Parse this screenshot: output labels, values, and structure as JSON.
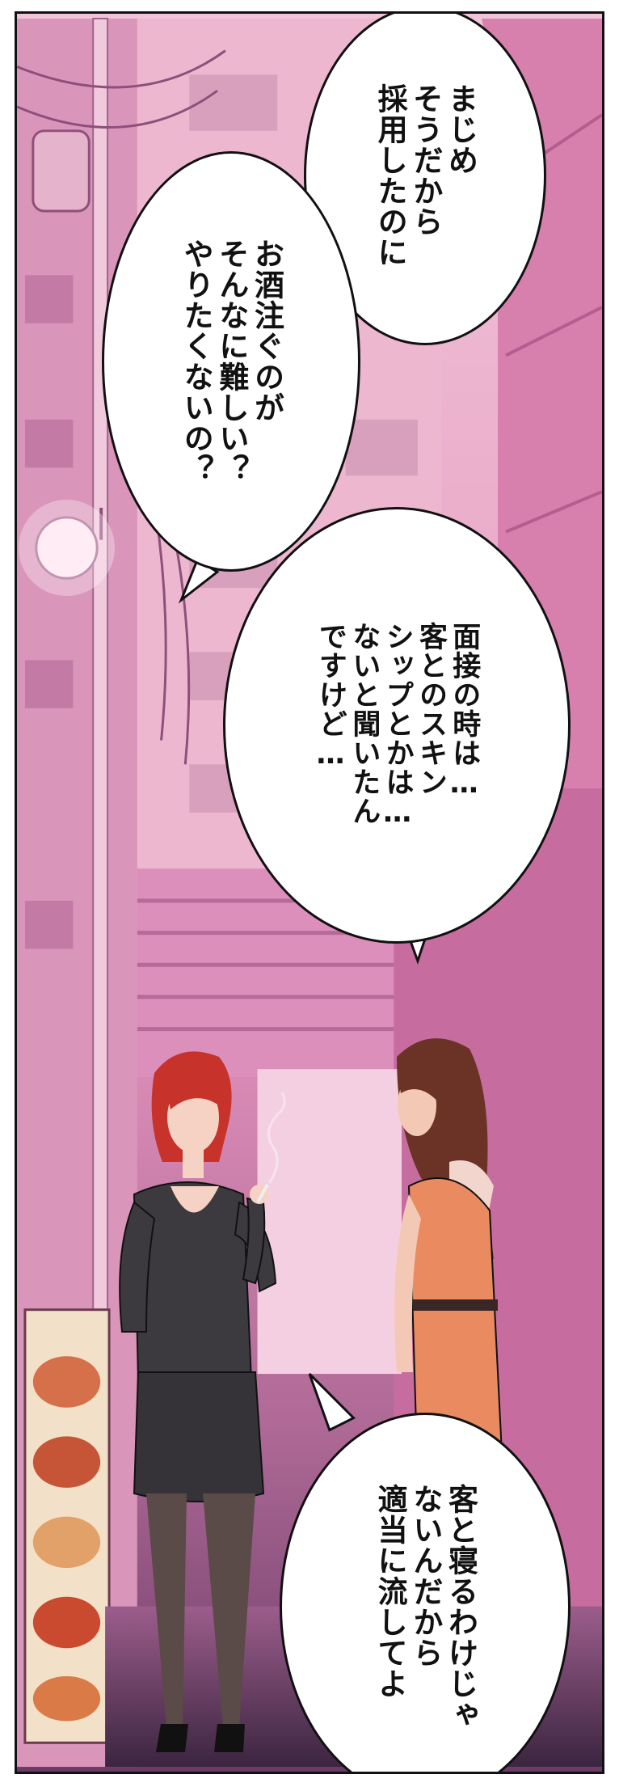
{
  "bubbles": {
    "b1": {
      "text": "まじめ\nそうだから\n採用したのに"
    },
    "b2": {
      "text": "お酒注ぐのが\nそんなに難しい？\nやりたくないの？"
    },
    "b3": {
      "text": "面接の時は…\n客とのスキン\nシップとかは…\nないと聞いたん\nですけど…"
    },
    "b4": {
      "text": "客と寝るわけじゃ\nないんだから\n適当に流してよ"
    }
  },
  "colors": {
    "bg_top": "#f2c4da",
    "bg_bottom": "#6b3b66",
    "dress_dark": "#3c3a3e",
    "dress_orange": "#e98a60",
    "hair_red": "#c7332b",
    "hair_brown": "#6a3326"
  },
  "icons": [
    "street-lamp-icon",
    "cigarette-icon"
  ]
}
